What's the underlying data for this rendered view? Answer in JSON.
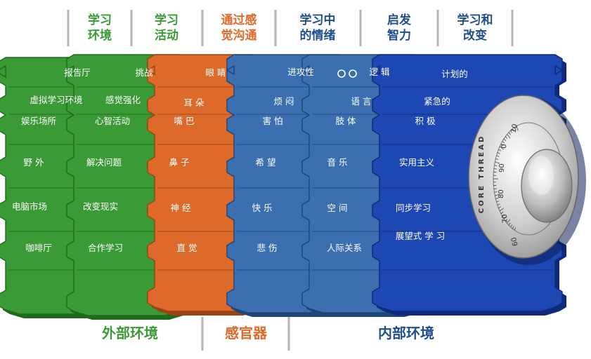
{
  "colors": {
    "green": "#3a9a35",
    "green_dark": "#1f6b1c",
    "orange": "#dd6a2a",
    "orange_dark": "#9a4214",
    "blue_mid": "#3b6fb0",
    "blue_mid_dark": "#1f4579",
    "blue_deep": "#1d48b4",
    "blue_deep_dark": "#0e2a78",
    "header_green": "#3a9a35",
    "header_orange": "#dd6a2a",
    "header_blue": "#1f4e8c",
    "divider": "#b5b5b5"
  },
  "headers": [
    {
      "line1": "学习",
      "line2": "环境",
      "color": "green"
    },
    {
      "line1": "学习",
      "line2": "活动",
      "color": "green"
    },
    {
      "line1": "通过感",
      "line2": "觉沟通",
      "color": "orange"
    },
    {
      "line1": "学习中",
      "line2": "的情绪",
      "color": "blue"
    },
    {
      "line1": "启发",
      "line2": "智力",
      "color": "blue"
    },
    {
      "line1": "学习和",
      "line2": "改变",
      "color": "blue"
    }
  ],
  "footers": [
    {
      "label": "外部环境",
      "color": "green"
    },
    {
      "label": "感官器",
      "color": "orange"
    },
    {
      "label": "内部环境",
      "color": "blue"
    }
  ],
  "gears": {
    "environment": [
      "报告厅",
      "虚拟学习环境",
      "娱乐场所",
      "野 外",
      "电脑市场",
      "咖啡厅"
    ],
    "activity": [
      "挑战",
      "感觉强化",
      "心智活动",
      "解决问题",
      "改变现实",
      "合作学习"
    ],
    "senses": [
      "眼 睛",
      "耳 朵",
      "嘴 巴",
      "鼻 子",
      "神 经",
      "直 觉"
    ],
    "emotion": [
      "进攻性",
      "烦 闷",
      "害 怕",
      "希 望",
      "快 乐",
      "悲 伤"
    ],
    "intellect": [
      "逻 辑",
      "语 言",
      "肢 体",
      "音 乐",
      "空 间",
      "人际关系"
    ],
    "change": [
      "计划的",
      "紧急的",
      "积 极",
      "实用主义",
      "同步学习",
      "展望式 学 习"
    ]
  },
  "lock": {
    "brand": "CORE THREAD",
    "dial_numbers": [
      "10",
      "90",
      "80",
      "70",
      "60",
      "0"
    ]
  },
  "icons": {
    "knob": "knob-icon",
    "connector": "connector-dots-icon"
  }
}
